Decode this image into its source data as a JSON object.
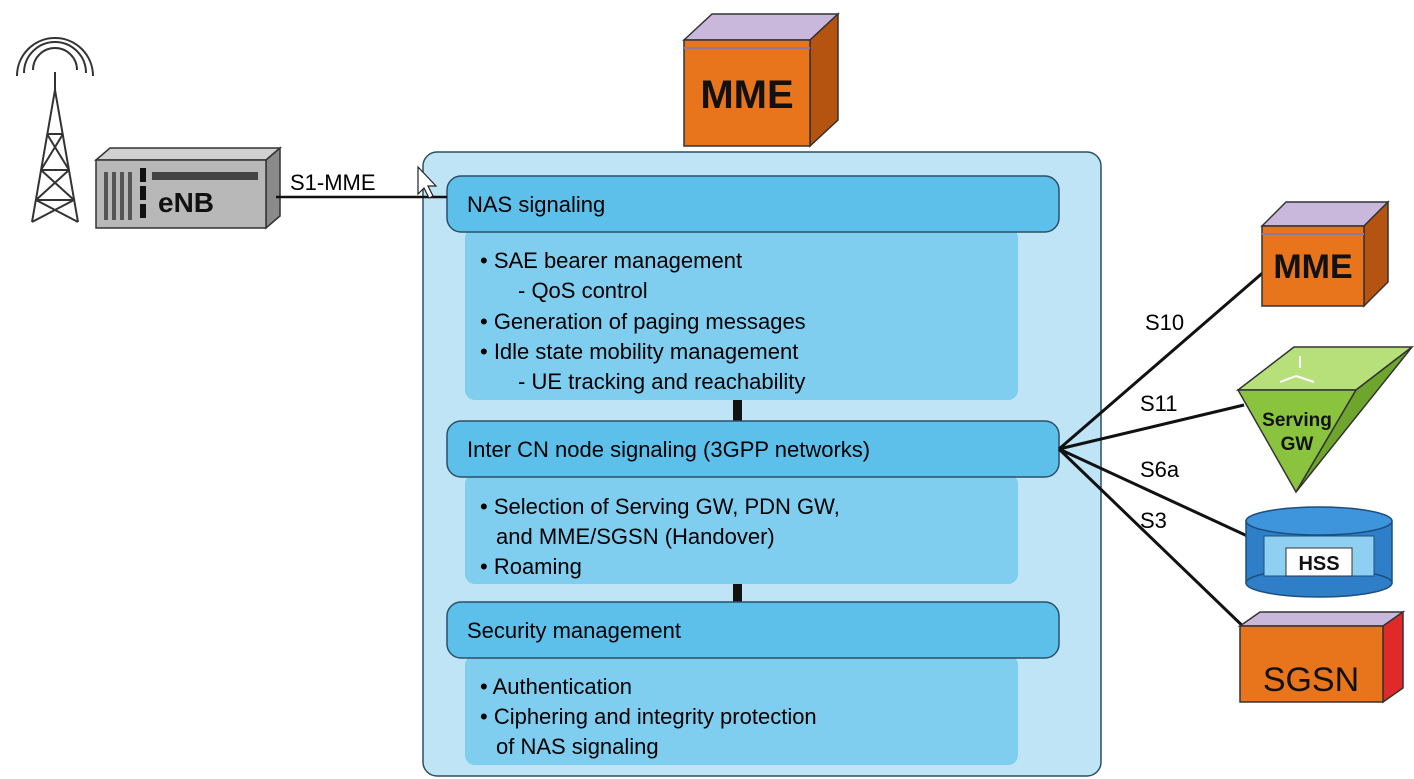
{
  "enb": {
    "label": "eNB"
  },
  "mme_top": {
    "label": "MME"
  },
  "s1_label": "S1-MME",
  "sections": [
    {
      "title": "NAS signaling",
      "items": [
        "• SAE bearer management",
        "- QoS control",
        "• Generation of paging messages",
        "• Idle state mobility management",
        "- UE tracking and reachability"
      ]
    },
    {
      "title": "Inter CN node signaling (3GPP networks)",
      "items": [
        "• Selection of Serving GW, PDN GW,",
        "and MME/SGSN (Handover)",
        "• Roaming"
      ]
    },
    {
      "title": "Security management",
      "items": [
        "• Authentication",
        "• Ciphering and integrity protection",
        "of NAS signaling"
      ]
    }
  ],
  "interfaces": [
    {
      "label": "S10",
      "peer": "MME"
    },
    {
      "label": "S11",
      "peer": "Serving GW"
    },
    {
      "label": "S6a",
      "peer": "HSS"
    },
    {
      "label": "S3",
      "peer": "SGSN"
    }
  ],
  "serving_gw_lines": [
    "Serving",
    "GW"
  ],
  "colors": {
    "mme_orange": "#e8741c",
    "mme_top": "#c9b8dc",
    "panel_bg": "#bfe4f6",
    "header_bg": "#5cc0ea",
    "list_bg": "#7fcdef",
    "hss_blue": "#2f7fc8",
    "sgw_green": "#8ac43f",
    "sgsn_red": "#e02a2a"
  }
}
